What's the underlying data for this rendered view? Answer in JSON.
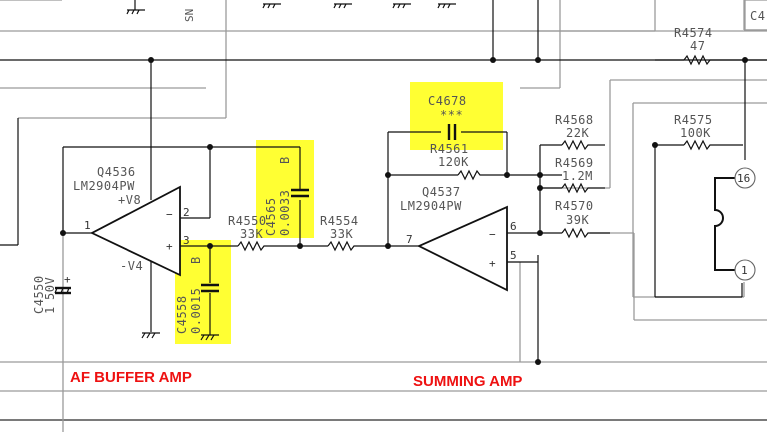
{
  "sections": {
    "af_buffer": "AF BUFFER AMP",
    "summing": "SUMMING AMP"
  },
  "colors": {
    "highlight": "#ffff33",
    "section_label": "#ee1111",
    "wire": "#111111",
    "bus_line": "#9a9a9a"
  },
  "top_fragment": {
    "rotated_text": "SN",
    "partial_label": "C4"
  },
  "opamps": [
    {
      "ref": "Q4536",
      "part": "LM2904PW",
      "vplus": "+V8",
      "vminus": "-V4",
      "pin_out": "1",
      "pin_inv": "2",
      "pin_noninv": "3",
      "sign_inv": "−",
      "sign_noninv": "+"
    },
    {
      "ref": "Q4537",
      "part": "LM2904PW",
      "pin_out": "7",
      "pin_inv": "6",
      "pin_noninv": "5",
      "sign_inv": "−",
      "sign_noninv": "+"
    }
  ],
  "resistors": [
    {
      "ref": "R4550",
      "value": "33K"
    },
    {
      "ref": "R4554",
      "value": "33K"
    },
    {
      "ref": "R4561",
      "value": "120K"
    },
    {
      "ref": "R4568",
      "value": "22K"
    },
    {
      "ref": "R4569",
      "value": "1.2M"
    },
    {
      "ref": "R4570",
      "value": "39K"
    },
    {
      "ref": "R4574",
      "value": "47"
    },
    {
      "ref": "R4575",
      "value": "100K"
    }
  ],
  "capacitors": [
    {
      "ref": "C4550",
      "value": "1",
      "rating": "50V",
      "polarity": "+"
    },
    {
      "ref": "C4558",
      "value": "0.0015",
      "grade": "B",
      "highlighted": true
    },
    {
      "ref": "C4565",
      "value": "0.0033",
      "grade": "B",
      "highlighted": true
    },
    {
      "ref": "C4678",
      "value": "***",
      "highlighted": true
    }
  ],
  "connector": {
    "pins": [
      "16",
      "1"
    ]
  }
}
